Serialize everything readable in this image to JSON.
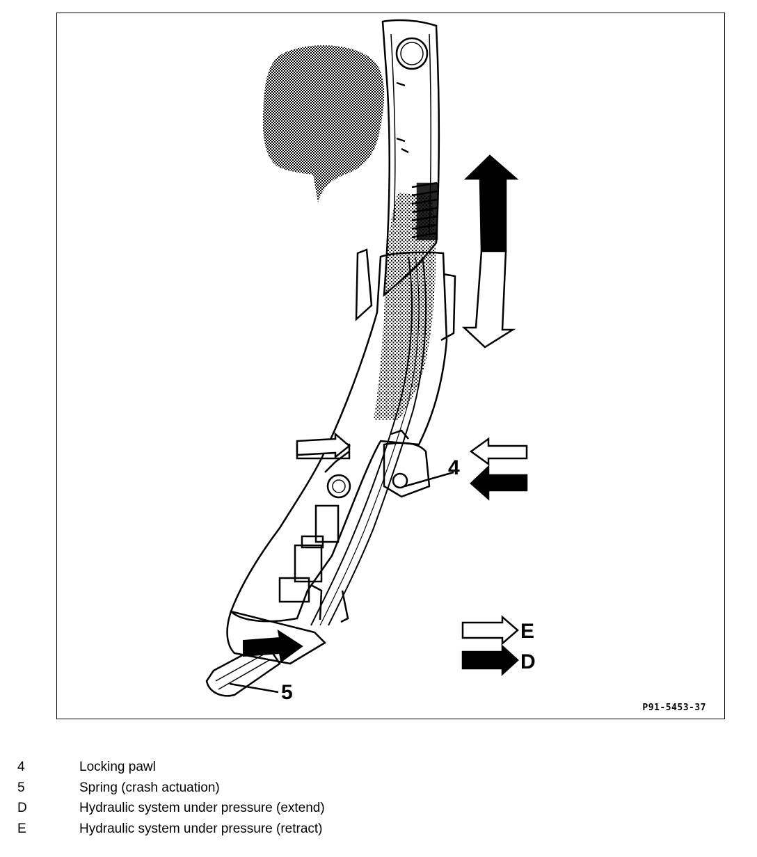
{
  "figure": {
    "callouts": {
      "pawl": "4",
      "spring": "5"
    },
    "arrow_legend": {
      "outline_label": "E",
      "solid_label": "D"
    },
    "figure_code": "P91-5453-37"
  },
  "key": [
    {
      "id": "4",
      "description": "Locking pawl"
    },
    {
      "id": "5",
      "description": "Spring (crash actuation)"
    },
    {
      "id": "D",
      "description": "Hydraulic system under pressure (extend)"
    },
    {
      "id": "E",
      "description": "Hydraulic system under pressure (retract)"
    }
  ],
  "colors": {
    "ink": "#000000",
    "paper": "#ffffff",
    "stipple": "#7a7a7a"
  }
}
